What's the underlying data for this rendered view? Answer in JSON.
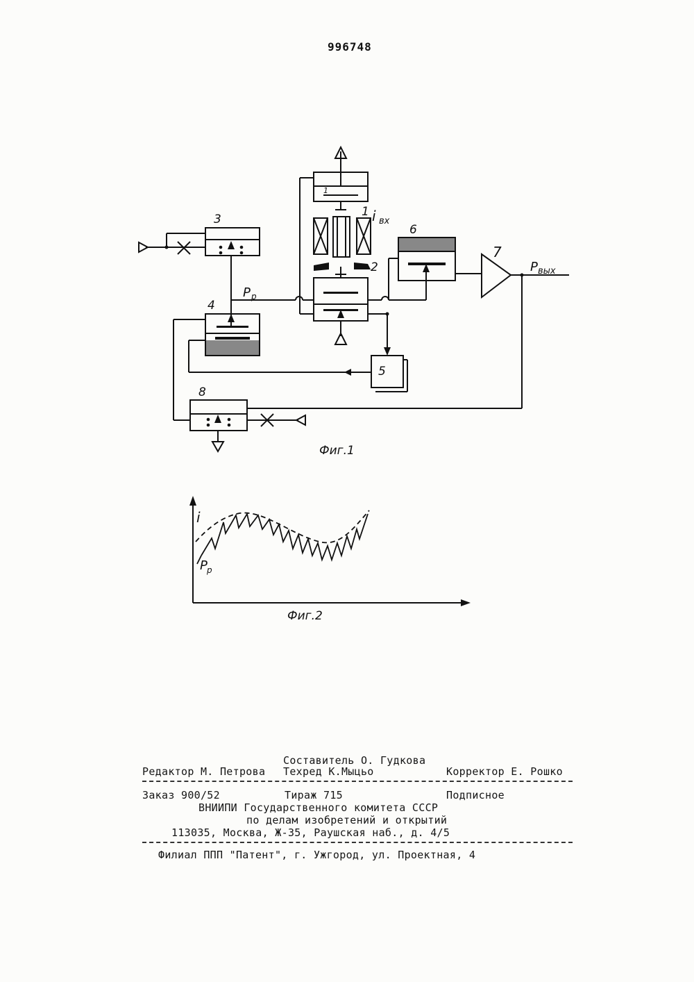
{
  "patent_number": "996748",
  "figure1": {
    "caption": "Фиг.1",
    "block_numbers": [
      "1",
      "2",
      "3",
      "4",
      "5",
      "6",
      "7",
      "8"
    ],
    "symbol_input_current": "i",
    "symbol_input_current_sub": "вх",
    "symbol_pressure": "P",
    "symbol_pressure_sub": "р",
    "symbol_output_pressure": "P",
    "symbol_output_pressure_sub": "вых"
  },
  "figure2": {
    "caption": "Фиг.2",
    "label_i": "i",
    "label_p": "P",
    "label_p_sub": "р"
  },
  "footer": {
    "compiler": "Составитель О. Гудкова",
    "editor": "Редактор М. Петрова",
    "techred": "Техред К.Мыцьо",
    "corrector": "Корректор Е. Рошко",
    "order": "Заказ 900/52",
    "circulation": "Тираж 715",
    "subscription": "Подписное",
    "org_line1": "ВНИИПИ Государственного комитета СССР",
    "org_line2": "по делам изобретений и открытий",
    "address": "113035, Москва, Ж-35, Раушская наб., д. 4/5",
    "branch": "Филиал ППП \"Патент\", г. Ужгород, ул. Проектная, 4"
  }
}
